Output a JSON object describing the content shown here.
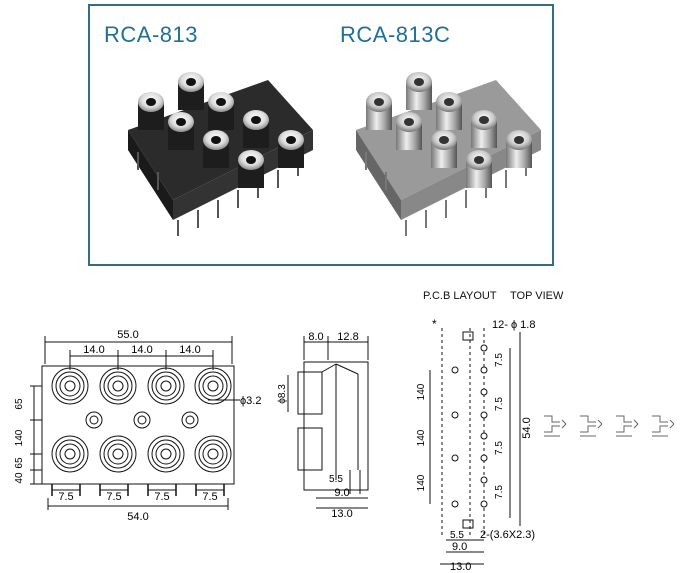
{
  "products": [
    {
      "model": "RCA-813",
      "finish": "black"
    },
    {
      "model": "RCA-813C",
      "finish": "chrome"
    }
  ],
  "views": {
    "pcb_layout": "P.C.B LAYOUT",
    "top_view": "TOP VIEW"
  },
  "front_dims": {
    "overall_width": "55.0",
    "pitches": [
      "14.0",
      "14.0",
      "14.0"
    ],
    "hole_dia": "ϕ3.2",
    "left_dims": [
      "65",
      "140",
      "65",
      "40"
    ],
    "pin_spacing": [
      "7.5",
      "7.5",
      "7.5",
      "7.5"
    ],
    "bottom_width": "54.0"
  },
  "side_dims": {
    "top_a": "8.0",
    "top_b": "12.8",
    "bore": "ϕ8.3",
    "bottom": [
      "5.5",
      "9.0",
      "13.0"
    ]
  },
  "pcb_dims": {
    "marker": "*",
    "holes": "12- ϕ 1.8",
    "slots": "2-(3.6X2.3)",
    "pitch_v": [
      "7.5",
      "7.5",
      "7.5",
      "7.5"
    ],
    "pitch_left": [
      "140",
      "140",
      "140"
    ],
    "total": "54.0",
    "bottom": [
      "5.5",
      "9.0",
      "13.0"
    ]
  }
}
